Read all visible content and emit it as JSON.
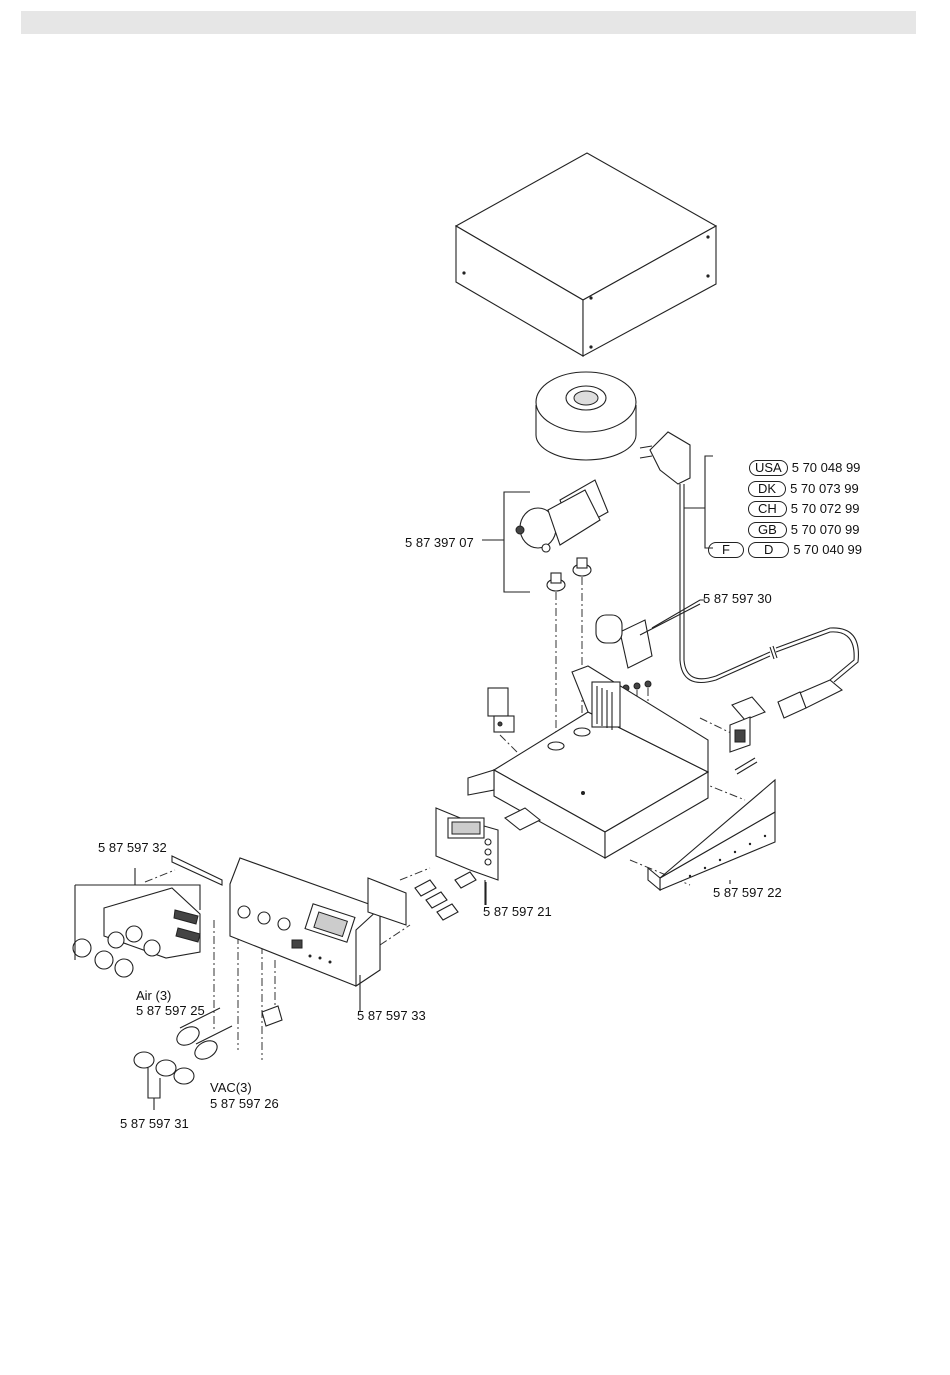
{
  "parts": {
    "pump": "5 87 397 07",
    "power_cord_usa": "5 70 048 99",
    "power_cord_dk": "5 70 073 99",
    "power_cord_ch": "5 70 072 99",
    "power_cord_gb": "5 70 070 99",
    "power_cord_fd": "5 70 040 99",
    "valve": "5 87 597 30",
    "connector_plate": "5 87 597 32",
    "pcb": "5 87 597 21",
    "side_panel": "5 87 597 22",
    "air_hose_label": "Air (3)",
    "air_hose": "5 87 597 25",
    "front_panel": "5 87 597 33",
    "vac_hose_label": "VAC(3)",
    "vac_hose": "5 87 597 26",
    "quick_coupling": "5 87 597 31"
  },
  "countries": {
    "usa": "USA",
    "dk": "DK",
    "ch": "CH",
    "gb": "GB",
    "f": "F",
    "d": "D"
  }
}
